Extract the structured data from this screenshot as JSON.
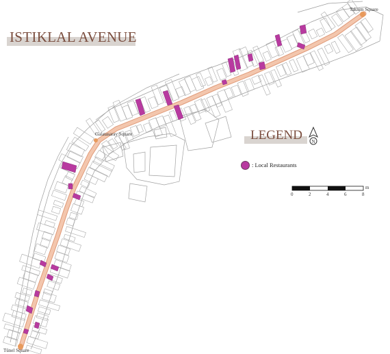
{
  "map": {
    "title": "ISTIKLAL AVENUE",
    "squares": [
      {
        "name": "Taksim Square"
      },
      {
        "name": "Galatasaray Square"
      },
      {
        "name": "Tünel Square"
      }
    ]
  },
  "legend": {
    "title": "LEGEND",
    "north_label": "N",
    "items": [
      {
        "label": ": Local Restaurants",
        "color": "#b83aa0"
      }
    ]
  },
  "scale": {
    "unit": "m",
    "ticks": [
      "0",
      "2",
      "4",
      "6",
      "8"
    ]
  },
  "colors": {
    "avenue": "#f3c6ad",
    "avenue_outline": "#e09a78",
    "restaurant": "#b83aa0",
    "square": "#e89a5c",
    "building_line": "#9c9c9c",
    "title": "#7b4e3f"
  }
}
